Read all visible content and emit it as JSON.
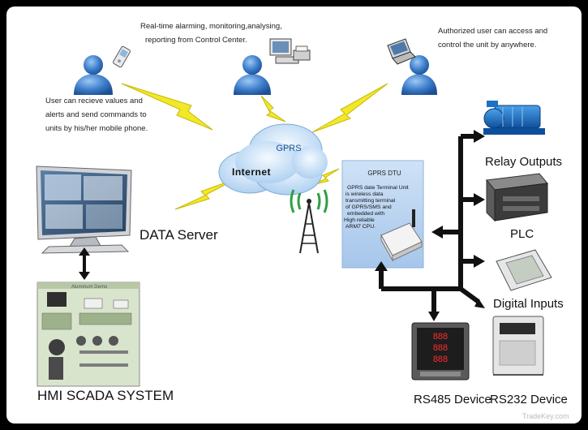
{
  "annotations": {
    "control_center": [
      "Real-time alarming, monitoring,analysing,",
      "reporting from Control Center."
    ],
    "authorized": [
      "Authorized user can access and",
      "control the unit by anywhere."
    ],
    "mobile": [
      "User can recieve values and",
      "alerts and send commands to",
      "units by his/her mobile phone."
    ]
  },
  "network": {
    "gprs_label": "GPRS",
    "internet_label": "Internet"
  },
  "dtu": {
    "title": "GPRS DTU",
    "description": [
      "GPRS date Terminal Unit",
      "is wireless data",
      "transmitting terminal",
      "of GPRS/SMS and",
      "embedded with",
      "High reliable",
      "ARM7 CPU."
    ]
  },
  "devices": {
    "relay_outputs": "Relay Outputs",
    "plc": "PLC",
    "digital_inputs": "Digital Inputs",
    "rs485": "RS485 Device",
    "rs232": "RS232 Device"
  },
  "servers": {
    "data_server": "DATA  Server",
    "hmi_scada": "HMI SCADA SYSTEM",
    "scada_screen_title": "Aluminum Demo"
  },
  "meter_readings": [
    "888",
    "888",
    "888"
  ],
  "watermark": "TradeKey.com",
  "colors": {
    "frame_bg": "#ffffff",
    "outer_bg": "#000000",
    "person_blue": "#3a7bc8",
    "lightning_yellow": "#f2e82a",
    "cloud_blue": "#c9e2f7",
    "dtu_panel_blue": "#bcd6f2",
    "bus_black": "#111111"
  },
  "icons": [
    "person-icon",
    "mobile-phone-icon",
    "desktop-computer-icon",
    "printer-icon",
    "laptop-icon",
    "lightning-bolt-icon",
    "cloud-icon",
    "antenna-tower-icon",
    "pump-icon",
    "plc-module-icon",
    "touch-panel-icon",
    "rs485-meter-icon",
    "rs232-device-icon",
    "monitor-icon",
    "scada-screen-icon",
    "double-arrow-icon"
  ]
}
